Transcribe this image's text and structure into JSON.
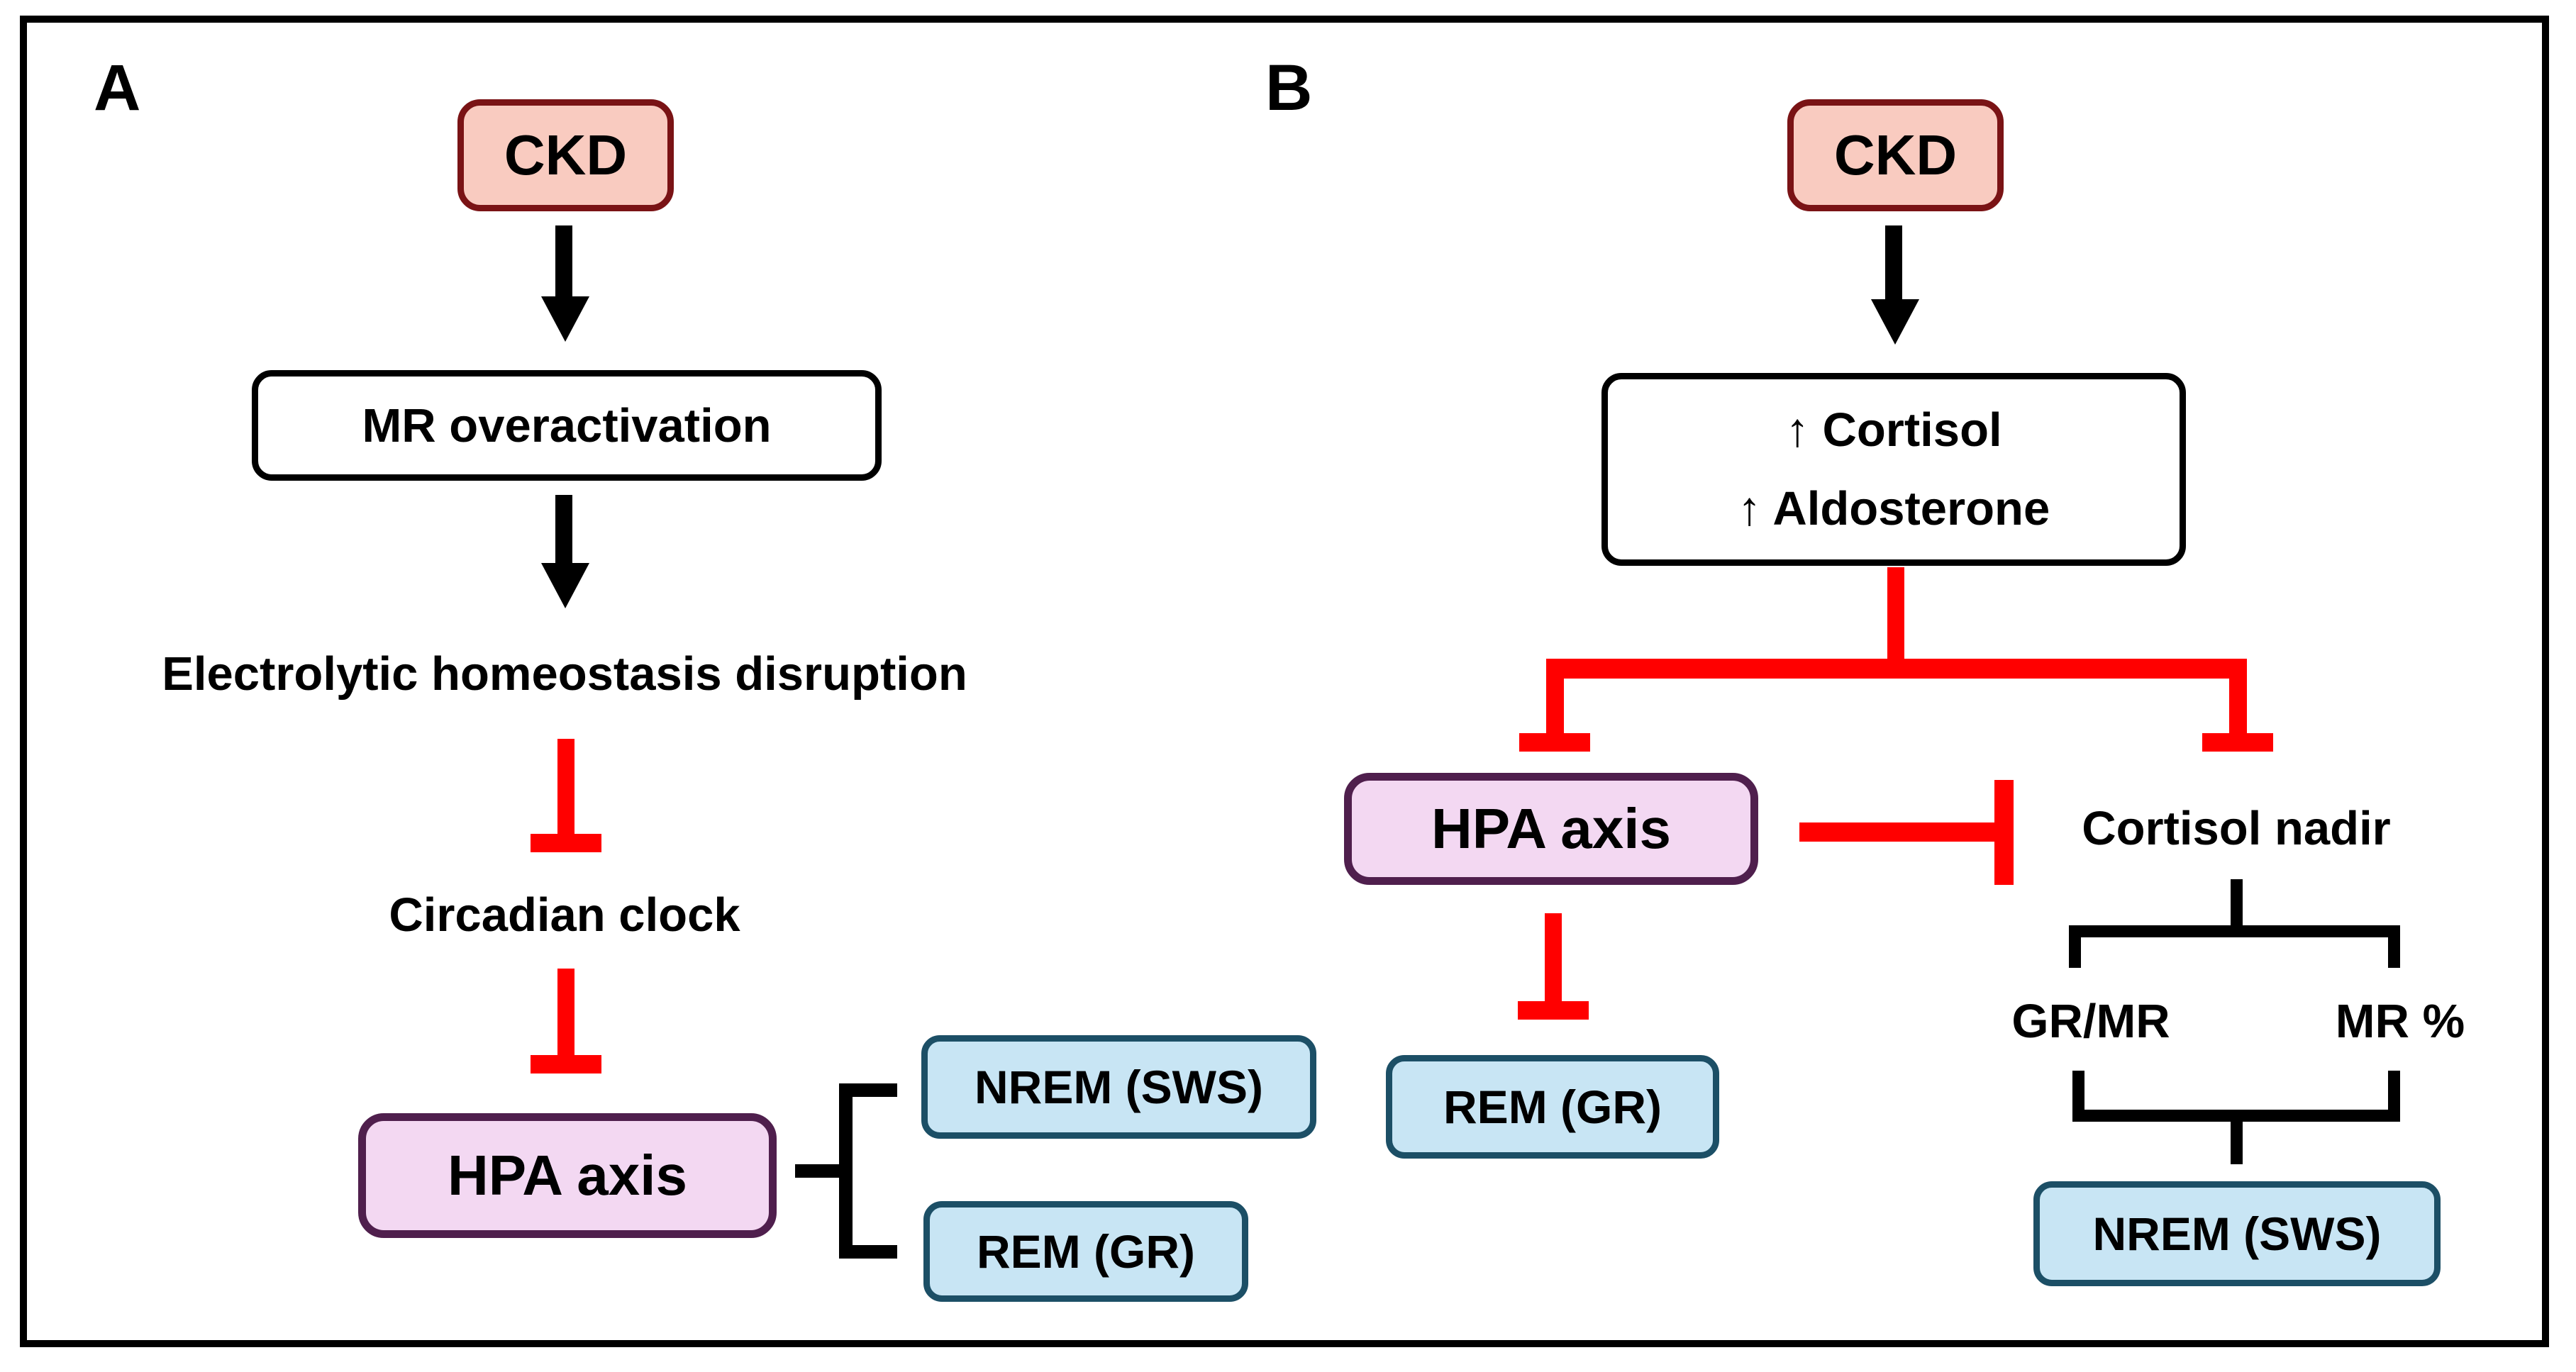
{
  "panel_a": {
    "label": "A",
    "nodes": {
      "ckd": "CKD",
      "mr_overactivation": "MR overactivation",
      "electrolytic_disruption": "Electrolytic homeostasis disruption",
      "circadian_clock": "Circadian clock",
      "hpa_axis": "HPA axis",
      "nrem": "NREM (SWS)",
      "rem": "REM (GR)"
    }
  },
  "panel_b": {
    "label": "B",
    "nodes": {
      "ckd": "CKD",
      "cortisol": "↑ Cortisol",
      "aldosterone": "↑ Aldosterone",
      "hpa_axis": "HPA axis",
      "cortisol_nadir": "Cortisol nadir",
      "rem": "REM (GR)",
      "gr_mr_ratio": "GR/MR",
      "mr_percent": "MR %",
      "nrem": "NREM (SWS)"
    }
  },
  "colors": {
    "inhibition_red": "#FF0000",
    "activation_black": "#000000",
    "ckd_fill": "#F9CBC0",
    "ckd_border": "#7A1315",
    "hpa_fill": "#F3D8F2",
    "hpa_border": "#4F1F4D",
    "sleep_fill": "#C8E5F4",
    "sleep_border": "#1C4F66",
    "frame_border": "#000000",
    "background": "#FFFFFF"
  }
}
